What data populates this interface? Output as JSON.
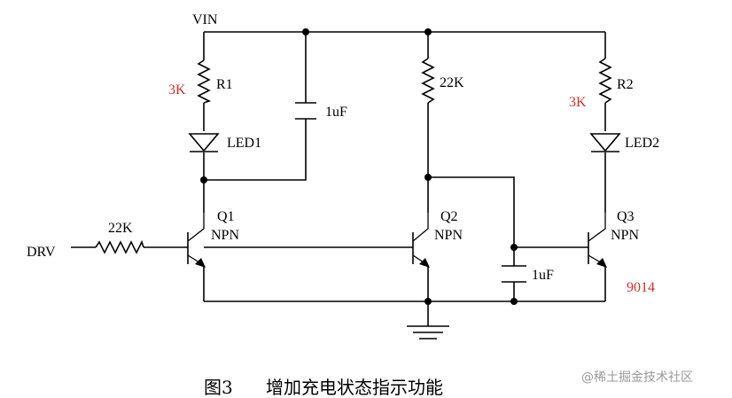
{
  "labels": {
    "vin": "VIN",
    "drv": "DRV",
    "r1_name": "R1",
    "r1_value": "3K",
    "r2_name": "R2",
    "r2_value": "3K",
    "r_mid_value": "22K",
    "r_in_value": "22K",
    "c1_value": "1uF",
    "c2_value": "1uF",
    "led1": "LED1",
    "led2": "LED2",
    "q1": "Q1",
    "q2": "Q2",
    "q3": "Q3",
    "npn1": "NPN",
    "npn2": "NPN",
    "npn3": "NPN",
    "part_no": "9014"
  },
  "caption": {
    "fig": "图3",
    "title": "增加充电状态指示功能"
  },
  "watermark": "@稀土掘金技术社区",
  "colors": {
    "line": "#000000",
    "annotation": "#d0312d",
    "watermark": "#9a9a9a"
  }
}
